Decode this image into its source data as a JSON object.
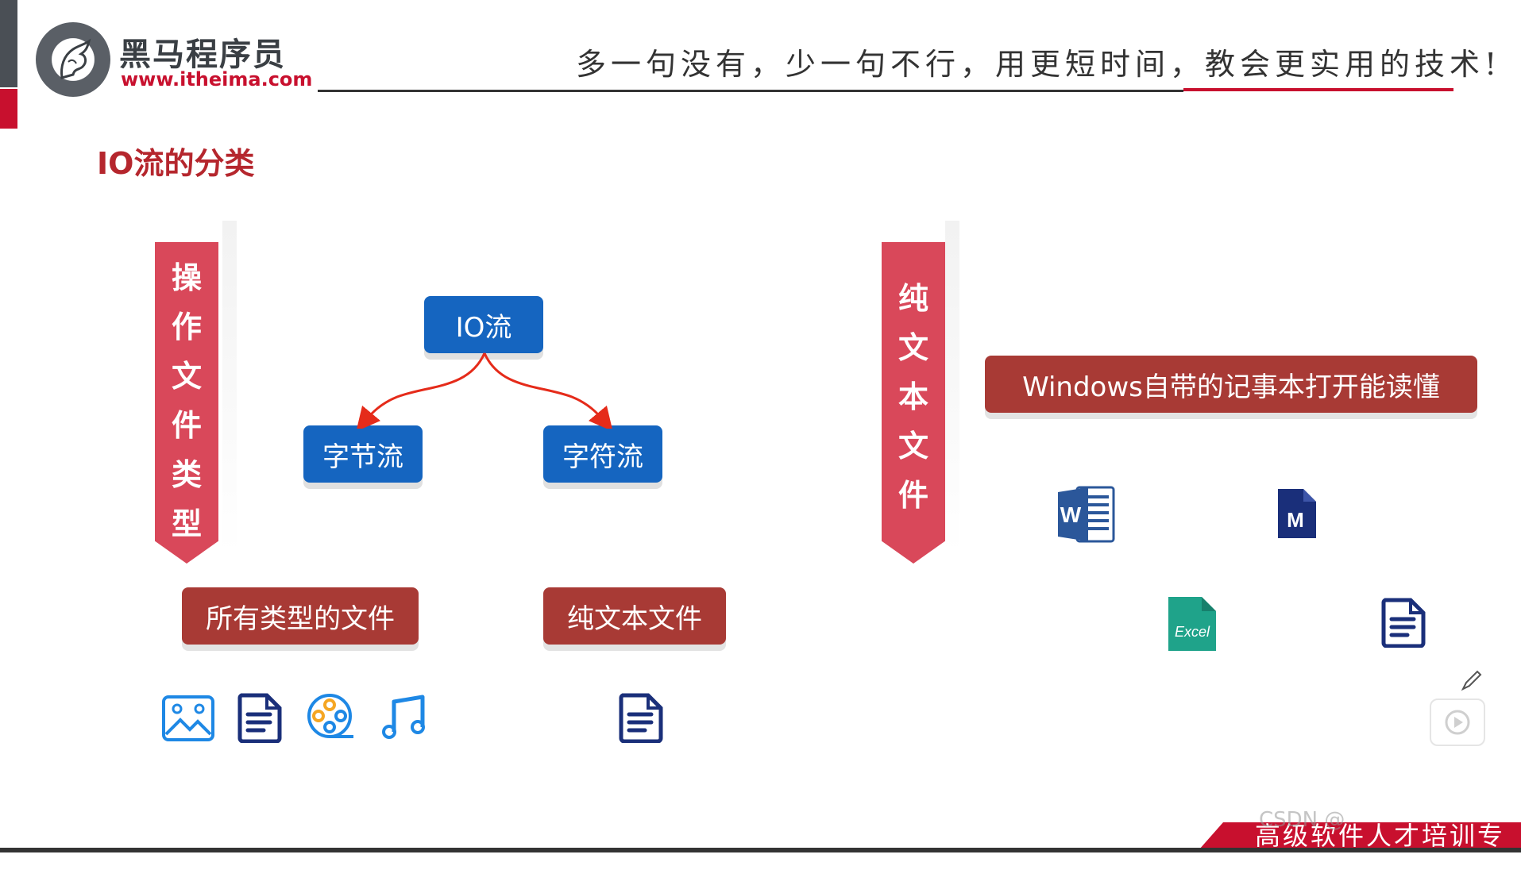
{
  "header": {
    "logo_name": "黑马程序员",
    "logo_url": "www.itheima.com",
    "slogan": "多一句没有，少一句不行，用更短时间，教会更实用的技术!"
  },
  "page_title": "IO流的分类",
  "left_ribbon": {
    "chars": [
      "操",
      "作",
      "文",
      "件",
      "类",
      "型"
    ]
  },
  "right_ribbon": {
    "chars": [
      "纯",
      "文",
      "本",
      "文",
      "件"
    ]
  },
  "tree": {
    "root": "IO流",
    "left": "字节流",
    "right": "字符流"
  },
  "bars": {
    "all_files": "所有类型的文件",
    "plain_text": "纯文本文件",
    "notepad": "Windows自带的记事本打开能读懂"
  },
  "icons": {
    "all_types": [
      "image-icon",
      "document-icon",
      "film-reel-icon",
      "music-note-icon"
    ],
    "plain_text": [
      "document-icon"
    ],
    "examples": [
      "word-file-icon",
      "markdown-file-icon",
      "excel-file-icon",
      "document-icon"
    ],
    "excel_label": "Excel",
    "word_label": "W",
    "md_label": "M"
  },
  "footer": {
    "banner": "高级软件人才培训专家",
    "watermark": "CSDN @"
  },
  "colors": {
    "brand_red": "#c8102e",
    "ribbon_red": "#d9485a",
    "bar_dark_red": "#a83a35",
    "node_blue": "#1565c0",
    "icon_navy": "#1a2f7a",
    "arrow_red": "#e52b1a"
  }
}
